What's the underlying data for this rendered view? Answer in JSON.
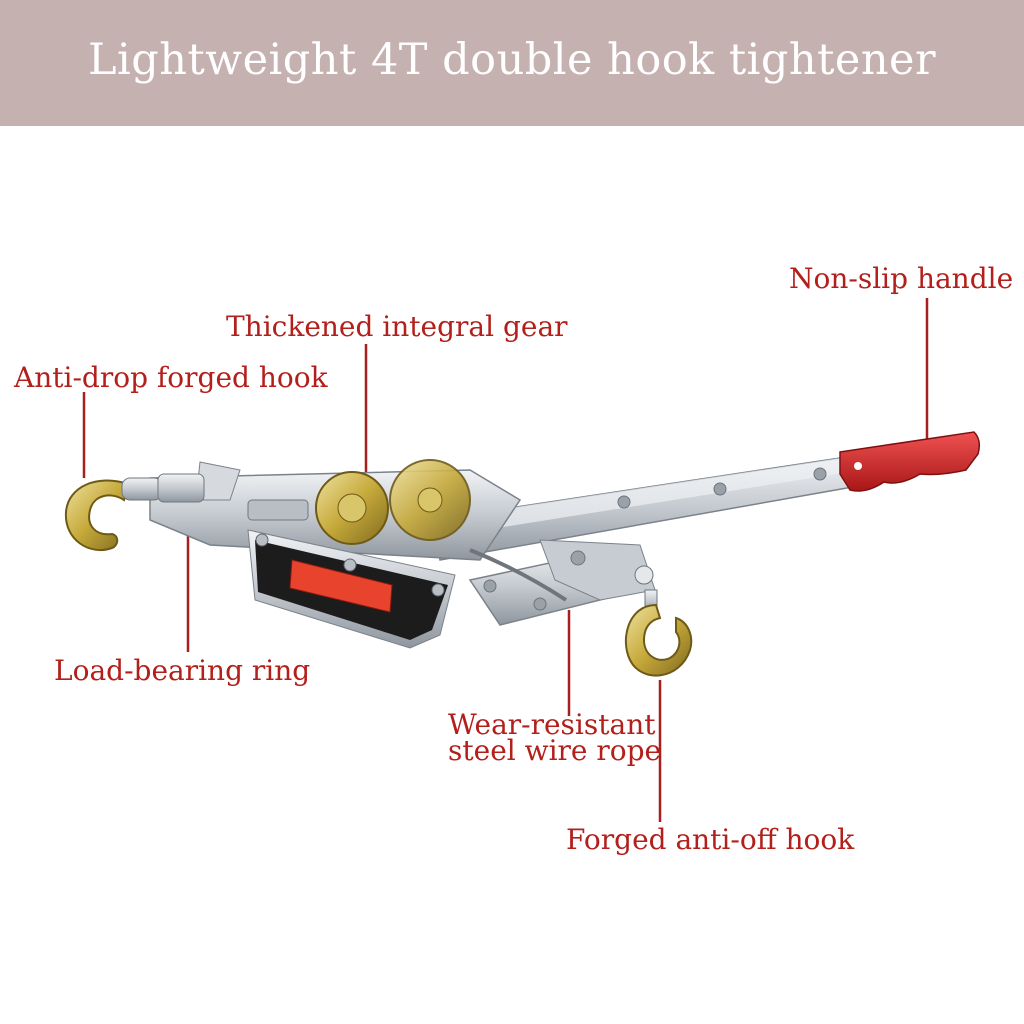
{
  "banner": {
    "title": "Lightweight 4T double hook tightener",
    "background_color": "#c6b1b1",
    "text_color": "#ffffff"
  },
  "labels": {
    "non_slip_handle": "Non-slip handle",
    "thickened_integral_gear": "Thickened integral gear",
    "anti_drop_forged_hook": "Anti-drop forged hook",
    "load_bearing_ring": "Load-bearing ring",
    "wear_resistant_rope_line1": "Wear-resistant",
    "wear_resistant_rope_line2": "steel wire rope",
    "forged_anti_off_hook": "Forged anti-off hook"
  },
  "colors": {
    "label_text": "#b3201c",
    "leader_line": "#a81f1f",
    "handle_grip": "#d62a2a",
    "steel": "#c9cdd2",
    "hook_brass": "#c9b23c",
    "plate_black": "#1c1c1c",
    "warning_sticker": "#e8432c"
  },
  "icons": {
    "tool": "come-along-ratchet-puller-illustration"
  }
}
